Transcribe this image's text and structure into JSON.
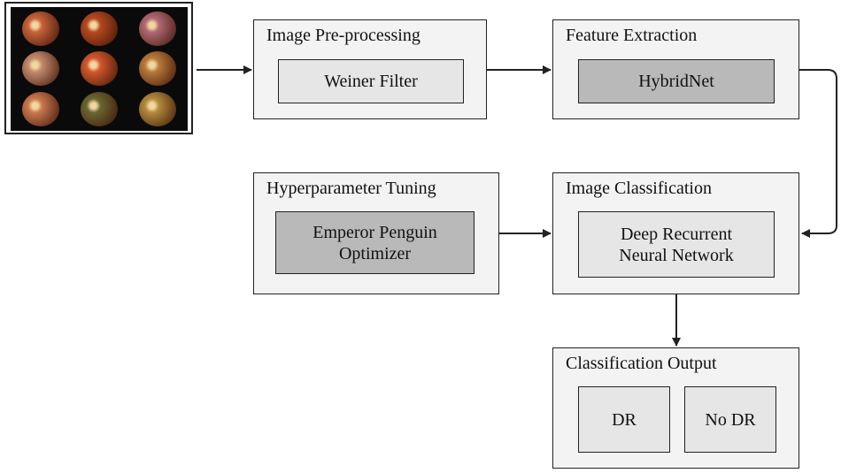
{
  "diagram": {
    "input_images": {
      "fundus_colors": [
        "#c8623a",
        "#b5491f",
        "#b06a72",
        "#c28a6c",
        "#d1582c",
        "#b87a3a",
        "#c9784e",
        "#6a6630",
        "#b28a3c"
      ]
    },
    "preprocessing": {
      "title": "Image Pre-processing",
      "method": "Weiner Filter"
    },
    "feature_extraction": {
      "title": "Feature Extraction",
      "method": "HybridNet"
    },
    "hyperparameter_tuning": {
      "title": "Hyperparameter Tuning",
      "method_line1": "Emperor Penguin",
      "method_line2": "Optimizer"
    },
    "image_classification": {
      "title": "Image Classification",
      "method_line1": "Deep Recurrent",
      "method_line2": "Neural Network"
    },
    "classification_output": {
      "title": "Classification Output",
      "class_1": "DR",
      "class_2": "No DR"
    },
    "colors": {
      "outer_fill": "#f3f3f3",
      "light_fill": "#e6e6e6",
      "dark_fill": "#b9b9b9",
      "stroke": "#222222"
    }
  }
}
